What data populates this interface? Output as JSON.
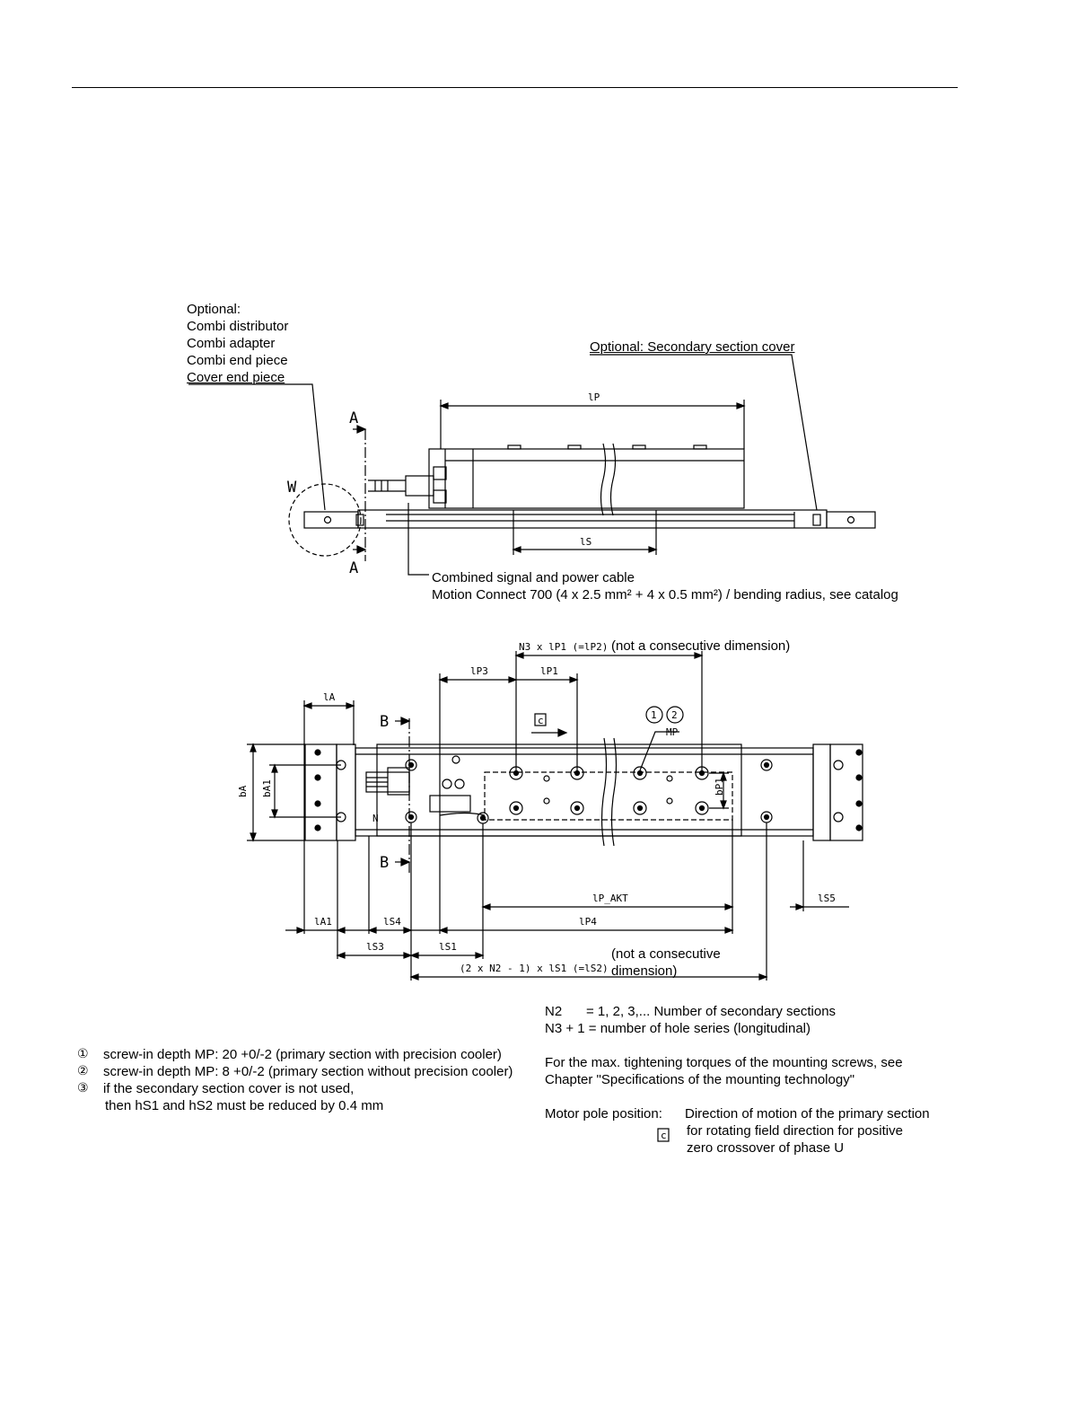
{
  "top_callouts": {
    "optional_left": [
      "Optional:",
      "Combi distributor",
      "Combi adapter",
      "Combi end piece",
      "Cover end piece"
    ],
    "optional_right": "Optional: Secondary section cover",
    "cable_line1": "Combined signal and power cable",
    "cable_line2": "Motion Connect 700 (4 x 2.5 mm² + 4 x 0.5 mm²) / bending radius, see catalog"
  },
  "side_view": {
    "section_a_top": "A",
    "section_a_bottom": "A",
    "detail_w": "W",
    "dim_lp": "lP",
    "dim_ls": "lS"
  },
  "top_view": {
    "dim_n3": "N3 x lP1 (=lP2)",
    "n3_note": "(not a consecutive dimension)",
    "dim_lp3": "lP3",
    "dim_lp1": "lP1",
    "dim_la": "lA",
    "section_b_top": "B",
    "section_b_bottom": "B",
    "marker_c": "c",
    "callout_1": "1",
    "callout_2": "2",
    "mp": "MP",
    "dim_ba": "bA",
    "dim_ba1": "bA1",
    "dim_bp1": "bP1",
    "label_n": "N",
    "dim_lp_akt": "lP_AKT",
    "dim_ls5": "lS5",
    "dim_la1": "lA1",
    "dim_ls4": "lS4",
    "dim_lp4": "lP4",
    "dim_ls3": "lS3",
    "dim_ls1": "lS1",
    "dim_n2": "(2 x N2 - 1) x lS1 (=lS2)",
    "n2_note_line1": "(not a consecutive",
    "n2_note_line2": "dimension)"
  },
  "notes_left": [
    {
      "sym": "①",
      "text": "screw-in depth MP: 20 +0/-2 (primary section with precision cooler)"
    },
    {
      "sym": "②",
      "text": "screw-in depth MP:  8 +0/-2 (primary section without precision cooler)"
    },
    {
      "sym": "③",
      "text": "if the secondary section cover is not used,"
    },
    {
      "sym": "",
      "text": "then hS1 and hS2 must be reduced by 0.4 mm"
    }
  ],
  "notes_right": {
    "n2_label": "N2",
    "n2_text": "= 1, 2, 3,... Number of secondary sections",
    "n3_text": "N3 + 1 = number of hole series (longitudinal)",
    "torque_line1": "For the max. tightening torques of the mounting screws, see",
    "torque_line2": "Chapter \"Specifications of the mounting technology\"",
    "pole_label": "Motor pole position:",
    "pole_line1": "Direction of motion of the primary section",
    "pole_line2": "for rotating field direction for positive",
    "pole_line3": "zero crossover of phase U",
    "pole_marker": "c"
  }
}
